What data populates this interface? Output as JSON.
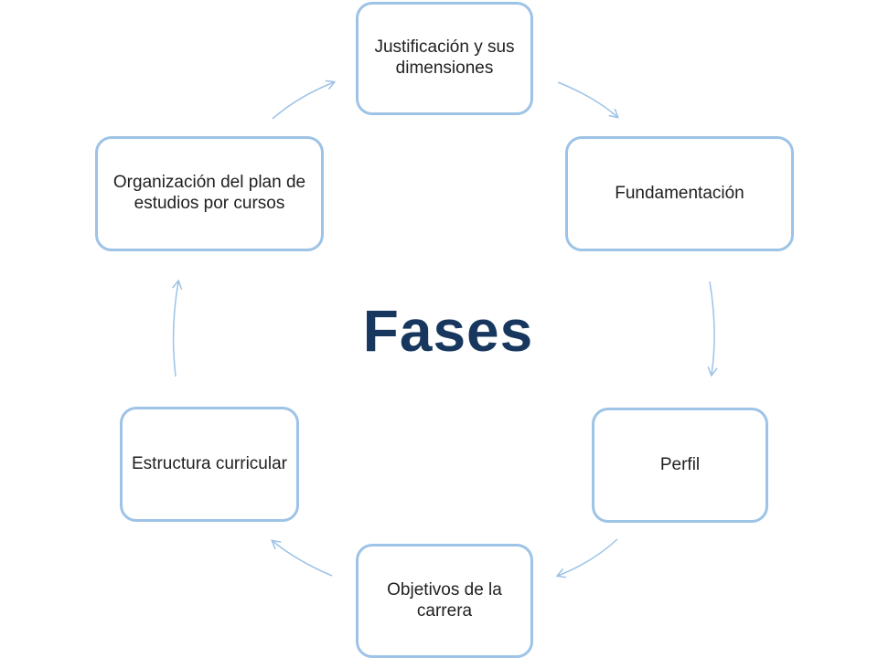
{
  "diagram": {
    "center_title": "Fases",
    "phases": [
      {
        "id": "justificacion",
        "label": "Justificación y sus dimensiones"
      },
      {
        "id": "fundamentacion",
        "label": "Fundamentación"
      },
      {
        "id": "perfil",
        "label": "Perfil"
      },
      {
        "id": "objetivos",
        "label": "Objetivos de la carrera"
      },
      {
        "id": "estructura",
        "label": "Estructura curricular"
      },
      {
        "id": "organizacion",
        "label": "Organización del plan de estudios por cursos"
      }
    ],
    "colors": {
      "node_border": "#9dc3e6",
      "arrow": "#9dc3e6",
      "title": "#17375e",
      "text": "#1f1f1f"
    }
  }
}
